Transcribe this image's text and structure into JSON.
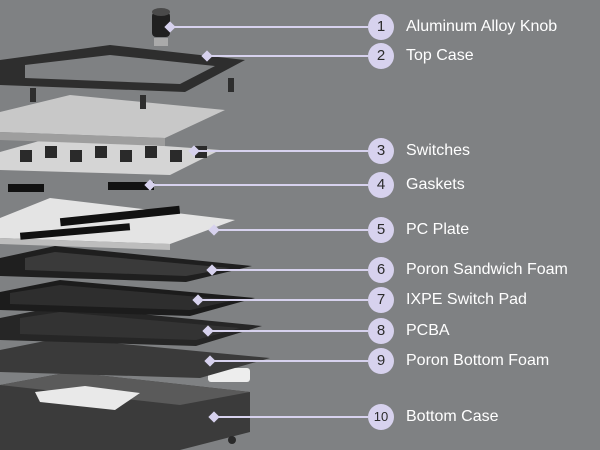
{
  "background": "#7f8183",
  "accent": "#d7d2ee",
  "callouts": [
    {
      "number": "1",
      "label": "Aluminum Alloy Knob"
    },
    {
      "number": "2",
      "label": "Top Case"
    },
    {
      "number": "3",
      "label": "Switches"
    },
    {
      "number": "4",
      "label": "Gaskets"
    },
    {
      "number": "5",
      "label": "PC Plate"
    },
    {
      "number": "6",
      "label": "Poron Sandwich Foam"
    },
    {
      "number": "7",
      "label": "IXPE Switch Pad"
    },
    {
      "number": "8",
      "label": "PCBA"
    },
    {
      "number": "9",
      "label": "Poron Bottom Foam"
    },
    {
      "number": "10",
      "label": "Bottom Case"
    }
  ]
}
